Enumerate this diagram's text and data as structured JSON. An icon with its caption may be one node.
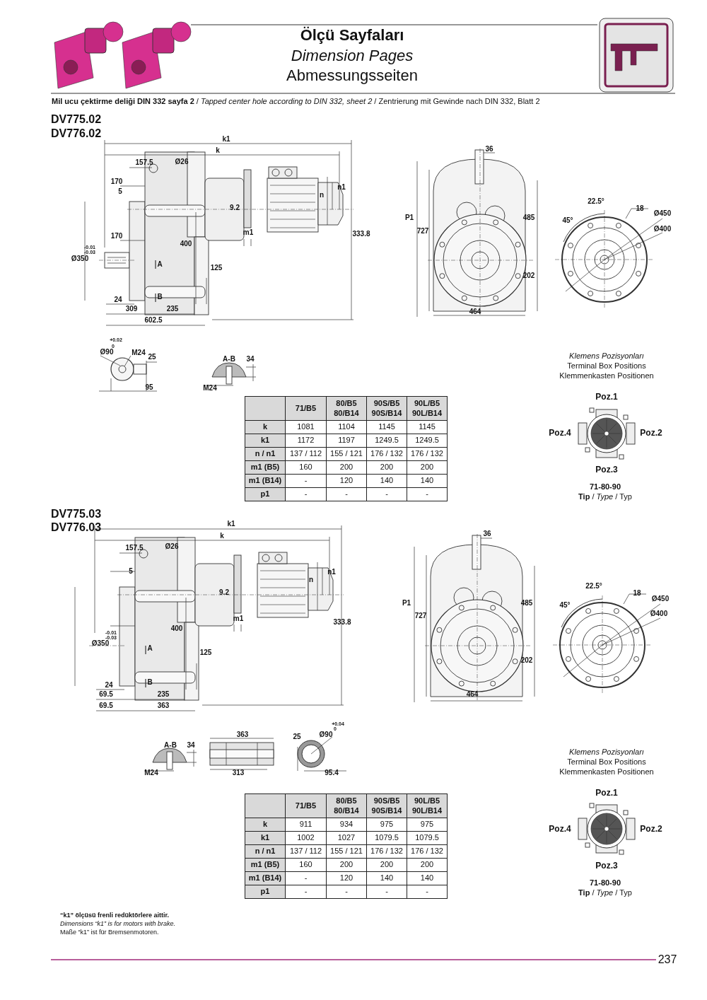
{
  "diagram": {
    "title": "Ölçü Sayfaları",
    "labels": [
      "Dimension Pages",
      "Abmessungsseiten",
      "**Mil ucu çektirme deliği DIN 332 sayfa 2** / *Tapped center hole according to DIN 332, sheet 2* / Zentrierung mit Gewinde nach DIN 332, Blatt 2",
      "DV775.02",
      "DV776.02",
      "k1",
      "k",
      "157.5",
      "Ø26",
      "170",
      "5",
      "n1",
      "n",
      "9.2",
      "170",
      "m1",
      "333.8",
      "400",
      "-0.01",
      "-0.03",
      "Ø350",
      "A",
      "125",
      "B",
      "24",
      "309",
      "235",
      "602.5",
      "36",
      "P1",
      "485",
      "727",
      "202",
      "464",
      "22.5°",
      "18",
      "Ø450",
      "45°",
      "Ø400",
      "+0.02",
      "0",
      "Ø90",
      "M24",
      "25",
      "95",
      "A-B",
      "34",
      "M24",
      "Klemens Pozisyonları",
      "Terminal Box Positions",
      "Klemmenkasten Positionen",
      "Poz.1",
      "Poz.4",
      "Poz.2",
      "Poz.3",
      "71-80-90",
      "**Tip** / *Type* / Typ",
      "71/B5",
      "80/B5 80/B14",
      "90S/B5 90S/B14",
      "90L/B5 90L/B14",
      "k",
      "1081",
      "1104",
      "1145",
      "1145",
      "k1",
      "1172",
      "1197",
      "1249.5",
      "1249.5",
      "n / n1",
      "137 / 112",
      "155 / 121",
      "176 / 132",
      "176 / 132",
      "m1 (B5)",
      "160",
      "200",
      "200",
      "200",
      "m1 (B14)",
      "-",
      "120",
      "140",
      "140",
      "p1",
      "-",
      "-",
      "-",
      "-",
      "DV775.03",
      "DV776.03",
      "k1",
      "k",
      "157.5",
      "Ø26",
      "5",
      "n1",
      "n",
      "9.2",
      "m1",
      "333.8",
      "400",
      "-0.01",
      "-0.03",
      "Ø350",
      "A",
      "125",
      "B",
      "24",
      "69.5",
      "235",
      "69.5",
      "363",
      "36",
      "P1",
      "485",
      "727",
      "202",
      "464",
      "22.5°",
      "18",
      "Ø450",
      "45°",
      "Ø400",
      "A-B",
      "34",
      "M24",
      "363",
      "313",
      "+0.04",
      "0",
      "25",
      "Ø90",
      "95.4",
      "Klemens Pozisyonları",
      "Terminal Box Positions",
      "Klemmenkasten Positionen",
      "Poz.1",
      "Poz.4",
      "Poz.2",
      "Poz.3",
      "71-80-90",
      "**Tip** / *Type* / Typ",
      "71/B5",
      "80/B5 80/B14",
      "90S/B5 90S/B14",
      "90L/B5 90L/B14",
      "k",
      "911",
      "934",
      "975",
      "975",
      "k1",
      "1002",
      "1027",
      "1079.5",
      "1079.5",
      "n / n1",
      "137 / 112",
      "155 / 121",
      "176 / 132",
      "176 / 132",
      "m1 (B5)",
      "160",
      "200",
      "200",
      "200",
      "m1 (B14)",
      "-",
      "120",
      "140",
      "140",
      "p1",
      "-",
      "-",
      "-",
      "-",
      "“k1” ölçüsü frenli redüktörlere aittir.",
      "Dimensions “k1” is for motors with brake.",
      "Maße “k1” ist für Bremsenmotoren.",
      "237"
    ]
  }
}
